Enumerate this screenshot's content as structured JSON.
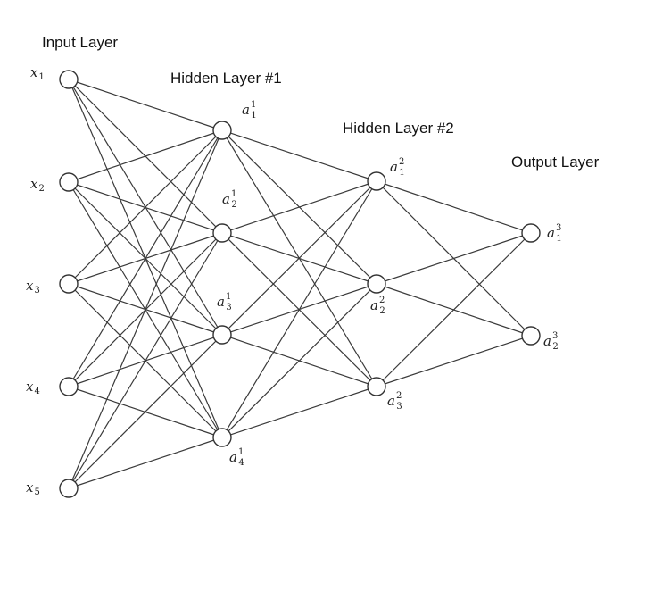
{
  "layers": [
    {
      "title": "Input Layer",
      "nodes": [
        {
          "base": "x",
          "sub": "1",
          "sup": ""
        },
        {
          "base": "x",
          "sub": "2",
          "sup": ""
        },
        {
          "base": "x",
          "sub": "3",
          "sup": ""
        },
        {
          "base": "x",
          "sub": "4",
          "sup": ""
        },
        {
          "base": "x",
          "sub": "5",
          "sup": ""
        }
      ]
    },
    {
      "title": "Hidden Layer #1",
      "nodes": [
        {
          "base": "a",
          "sub": "1",
          "sup": "1"
        },
        {
          "base": "a",
          "sub": "2",
          "sup": "1"
        },
        {
          "base": "a",
          "sub": "3",
          "sup": "1"
        },
        {
          "base": "a",
          "sub": "4",
          "sup": "1"
        }
      ]
    },
    {
      "title": "Hidden Layer #2",
      "nodes": [
        {
          "base": "a",
          "sub": "1",
          "sup": "2"
        },
        {
          "base": "a",
          "sub": "2",
          "sup": "2"
        },
        {
          "base": "a",
          "sub": "3",
          "sup": "2"
        }
      ]
    },
    {
      "title": "Output Layer",
      "nodes": [
        {
          "base": "a",
          "sub": "1",
          "sup": "3"
        },
        {
          "base": "a",
          "sub": "2",
          "sup": "3"
        }
      ]
    }
  ]
}
